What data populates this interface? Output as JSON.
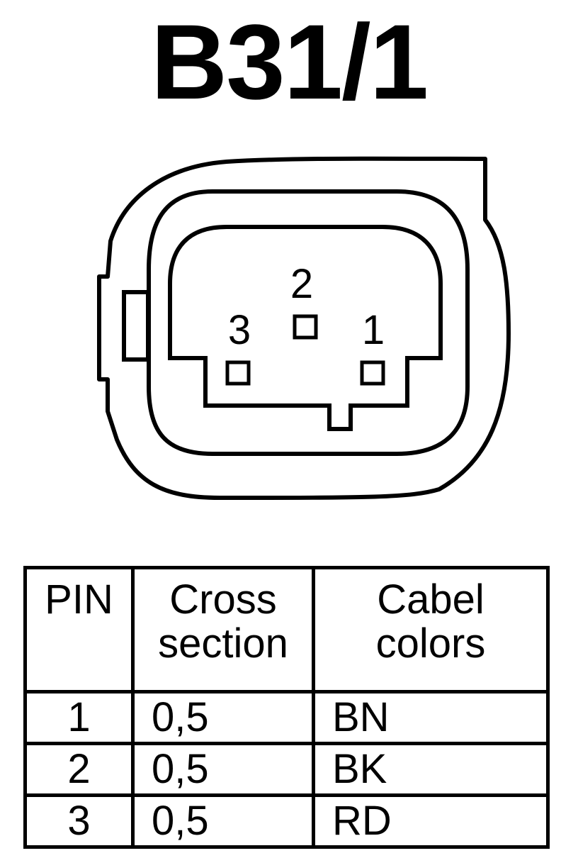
{
  "title": "B31/1",
  "pins_diagram": [
    {
      "label": "1"
    },
    {
      "label": "2"
    },
    {
      "label": "3"
    }
  ],
  "table": {
    "headers": {
      "pin": "PIN",
      "cross_section_line1": "Cross",
      "cross_section_line2": "section",
      "cable_colors_line1": "Cabel",
      "cable_colors_line2": "colors"
    },
    "rows": [
      {
        "pin": "1",
        "cross_section": "0,5",
        "color": "BN"
      },
      {
        "pin": "2",
        "cross_section": "0,5",
        "color": "BK"
      },
      {
        "pin": "3",
        "cross_section": "0,5",
        "color": "RD"
      }
    ]
  }
}
